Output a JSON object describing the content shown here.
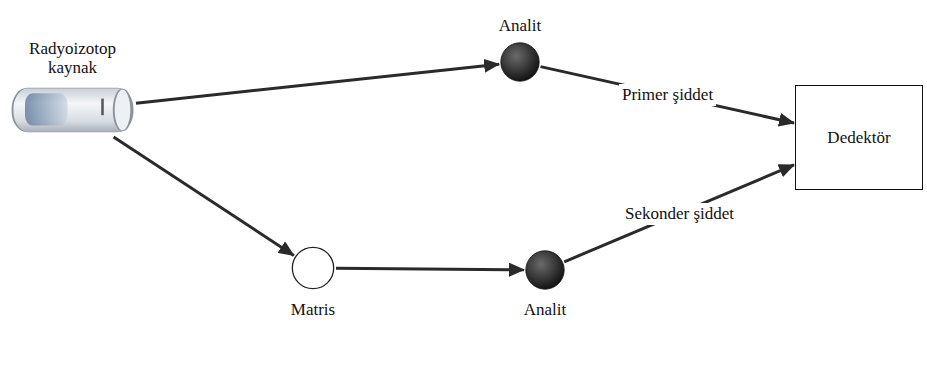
{
  "diagram": {
    "nodes": [
      {
        "text": [
          "Radyoizotop kaynak"
        ]
      },
      {
        "text": [
          "Analit"
        ]
      },
      {
        "text": [
          "Matris"
        ]
      },
      {
        "text": [
          "Analit"
        ]
      },
      {
        "text": [
          "Dedektör"
        ]
      }
    ],
    "edges": [
      {
        "from": 0,
        "to": 1,
        "arrow": "to"
      },
      {
        "from": 1,
        "to": 4,
        "label": "Primer şiddet",
        "arrow": "to"
      },
      {
        "from": 0,
        "to": 2,
        "arrow": "to"
      },
      {
        "from": 2,
        "to": 3,
        "arrow": "to"
      },
      {
        "from": 3,
        "to": 4,
        "label": "Sekonder şiddet",
        "arrow": "to"
      }
    ]
  }
}
